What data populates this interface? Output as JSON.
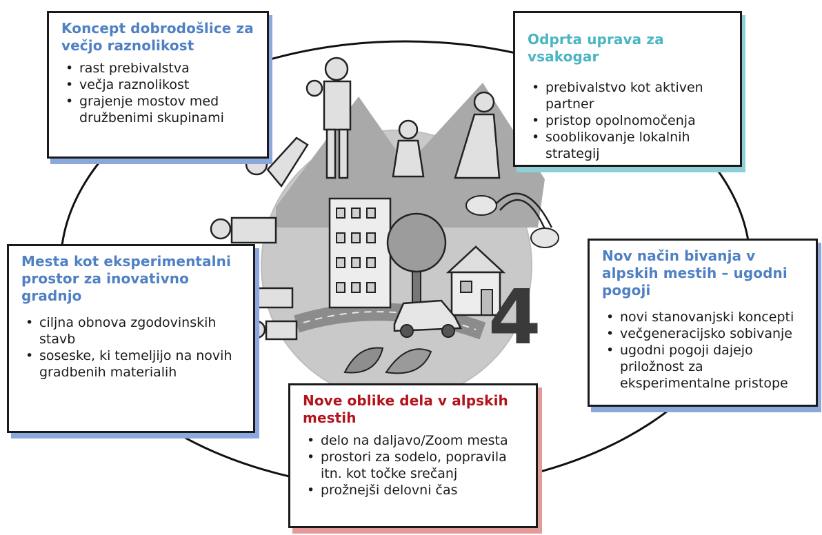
{
  "colors": {
    "blue": "#4f80c4",
    "teal": "#4bb5c4",
    "red": "#b3131b",
    "shadow_blue": "#8aa8dc",
    "shadow_teal": "#8fd0d8",
    "shadow_red": "#e59a9a"
  },
  "center_number": "4",
  "cards": {
    "welcome": {
      "title": "Koncept dobrodošlice za večjo raznolikost",
      "items": [
        "rast prebivalstva",
        "večja raznolikost",
        "grajenje mostov med družbenimi skupinami"
      ]
    },
    "governance": {
      "title": "Odprta uprava za vsakogar",
      "items": [
        "prebivalstvo kot aktiven partner",
        "pristop opolnomočenja",
        "sooblikovanje lokalnih strategij"
      ]
    },
    "experimental": {
      "title": "Mesta kot eksperimentalni prostor za inovativno gradnjo",
      "items": [
        "ciljna obnova zgodovinskih stavb",
        "soseske, ki temeljijo na novih gradbenih materialih"
      ]
    },
    "living": {
      "title": "Nov način bivanja v alpskih mestih – ugodni pogoji",
      "items": [
        "novi stanovanjski koncepti",
        "večgeneracijsko sobivanje",
        "ugodni pogoji dajejo priložnost za eksperimentalne pristope"
      ]
    },
    "work": {
      "title": "Nove oblike dela v alpskih mestih",
      "items": [
        "delo na daljavo/Zoom mesta",
        "prostori za sodelo, popravila itn. kot točke srečanj",
        "prožnejši delovni čas"
      ]
    }
  }
}
